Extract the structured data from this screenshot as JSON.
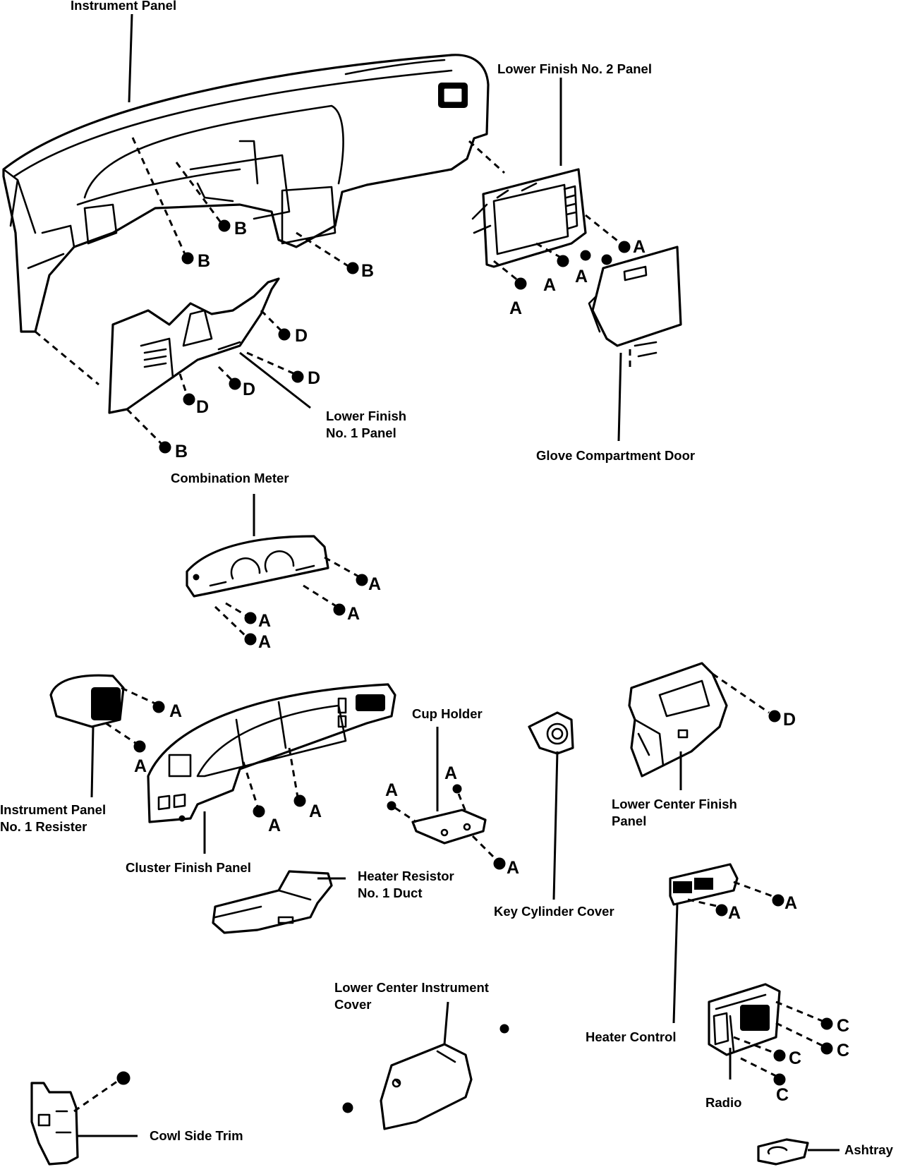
{
  "labels": {
    "instrument_panel": "Instrument Panel",
    "lower_finish_no2_panel": "Lower Finish No. 2 Panel",
    "lower_finish_no1_panel_l1": "Lower Finish",
    "lower_finish_no1_panel_l2": "No. 1 Panel",
    "glove_compartment_door": "Glove Compartment Door",
    "combination_meter": "Combination Meter",
    "cup_holder": "Cup Holder",
    "instrument_panel_no1_resister_l1": "Instrument Panel",
    "instrument_panel_no1_resister_l2": "No. 1 Resister",
    "cluster_finish_panel": "Cluster Finish Panel",
    "heater_resistor_no1_duct_l1": "Heater Resistor",
    "heater_resistor_no1_duct_l2": "No. 1 Duct",
    "key_cylinder_cover": "Key Cylinder Cover",
    "lower_center_finish_panel_l1": "Lower Center Finish",
    "lower_center_finish_panel_l2": "Panel",
    "lower_center_instrument_cover_l1": "Lower Center Instrument",
    "lower_center_instrument_cover_l2": "Cover",
    "heater_control": "Heater Control",
    "radio": "Radio",
    "cowl_side_trim": "Cowl Side Trim",
    "ashtray": "Ashtray"
  },
  "screw_letters": {
    "a": "A",
    "b": "B",
    "c": "C",
    "d": "D"
  }
}
